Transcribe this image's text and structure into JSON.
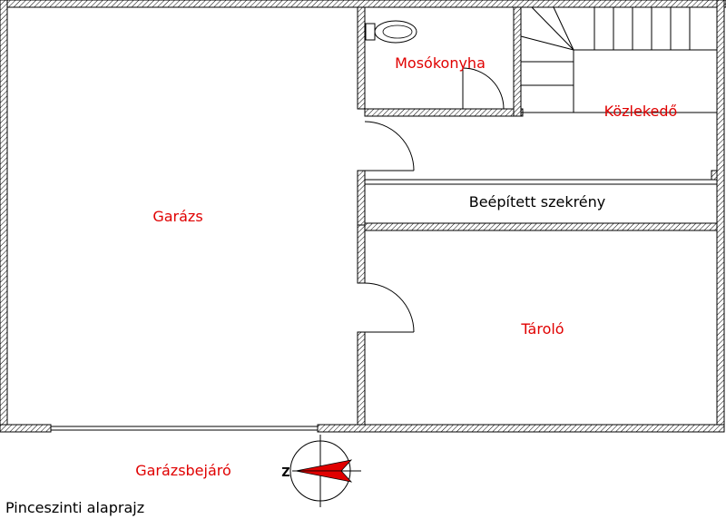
{
  "title": "Pinceszinti alaprajz",
  "rooms": {
    "garage": "Garázs",
    "laundry": "Mosókonyha",
    "hallway": "Közlekedő",
    "closet": "Beépített szekrény",
    "storage": "Tároló"
  },
  "driveway": "Garázsbejáró",
  "compass": {
    "letter": "Z"
  },
  "colors": {
    "room_label": "#e00000",
    "wall": "#000000",
    "compass_needle": "#e00000"
  }
}
